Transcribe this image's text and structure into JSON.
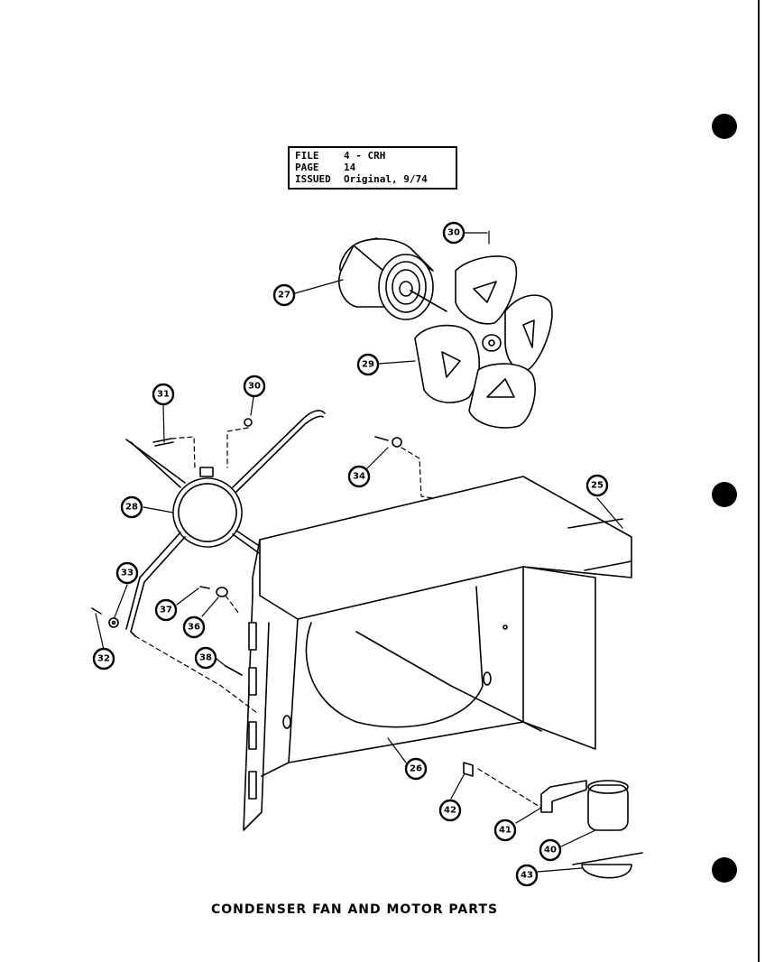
{
  "title_block": {
    "rows": [
      {
        "key": "FILE",
        "value": "4 - CRH"
      },
      {
        "key": "PAGE",
        "value": "14"
      },
      {
        "key": "ISSUED",
        "value": "Original, 9/74"
      }
    ]
  },
  "caption": "CONDENSER FAN AND MOTOR PARTS",
  "callouts": [
    {
      "id": "c27",
      "label": "27"
    },
    {
      "id": "c30a",
      "label": "30"
    },
    {
      "id": "c29",
      "label": "29"
    },
    {
      "id": "c31",
      "label": "31"
    },
    {
      "id": "c30b",
      "label": "30"
    },
    {
      "id": "c34",
      "label": "34"
    },
    {
      "id": "c25",
      "label": "25"
    },
    {
      "id": "c28",
      "label": "28"
    },
    {
      "id": "c33",
      "label": "33"
    },
    {
      "id": "c37",
      "label": "37"
    },
    {
      "id": "c36",
      "label": "36"
    },
    {
      "id": "c32",
      "label": "32"
    },
    {
      "id": "c38",
      "label": "38"
    },
    {
      "id": "c26",
      "label": "26"
    },
    {
      "id": "c42",
      "label": "42"
    },
    {
      "id": "c41",
      "label": "41"
    },
    {
      "id": "c40",
      "label": "40"
    },
    {
      "id": "c43",
      "label": "43"
    }
  ]
}
